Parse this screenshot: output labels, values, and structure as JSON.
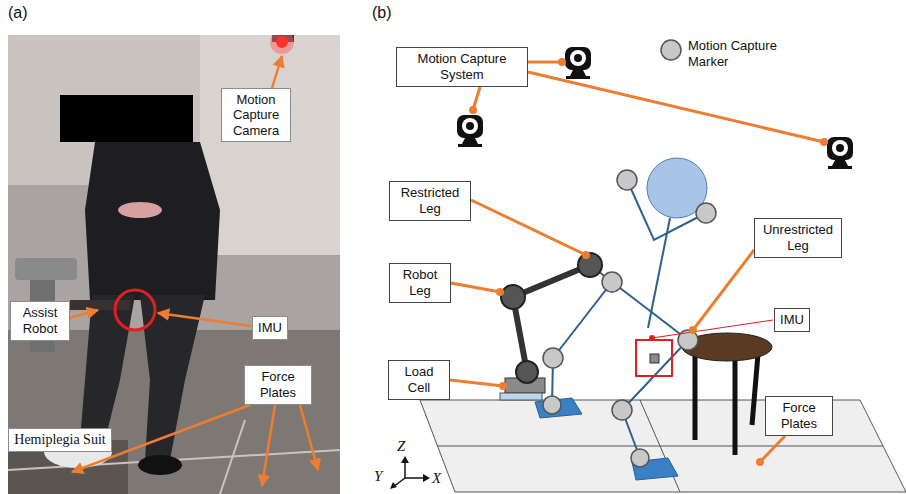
{
  "diagram": {
    "nodes": [
      {
        "text": [
          "Motion Capture Camera"
        ]
      },
      {
        "text": [
          "Assist Robot"
        ]
      },
      {
        "text": [
          "IMU"
        ]
      },
      {
        "text": [
          "Force Plates"
        ]
      },
      {
        "text": [
          "Hemiplegia Suit"
        ]
      },
      {
        "text": [
          "Motion Capture System"
        ]
      },
      {
        "text": [
          "Restricted Leg"
        ]
      },
      {
        "text": [
          "Robot Leg"
        ]
      },
      {
        "text": [
          "Unrestricted Leg"
        ]
      },
      {
        "text": [
          "IMU"
        ]
      },
      {
        "text": [
          "Load Cell"
        ]
      },
      {
        "text": [
          "Force Plates"
        ]
      }
    ],
    "labels": [
      "(a)",
      "(b)",
      "Z",
      "Y",
      "X"
    ],
    "legend": [
      {
        "text": "Motion Capture Marker"
      }
    ]
  }
}
